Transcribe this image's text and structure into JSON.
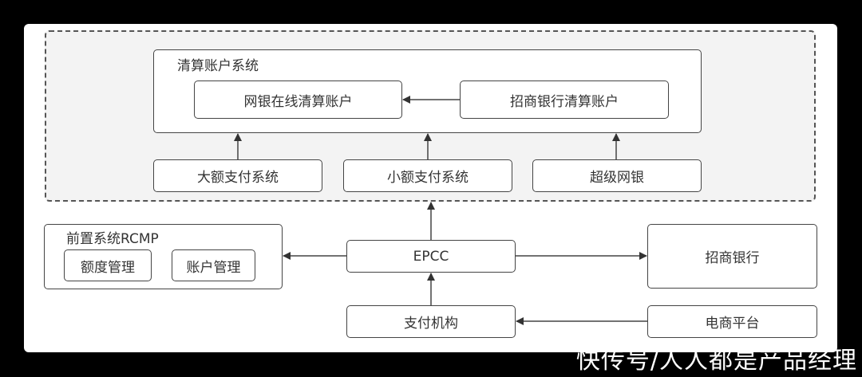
{
  "clearing_system": {
    "title": "清算账户系统",
    "online_bank_account": "网银在线清算账户",
    "cmb_clearing_account": "招商银行清算账户"
  },
  "payment_systems": {
    "large_amount": "大额支付系统",
    "small_amount": "小额支付系统",
    "super_ebank": "超级网银"
  },
  "rcmp": {
    "title": "前置系统RCMP",
    "quota_management": "额度管理",
    "account_management": "账户管理"
  },
  "epcc": "EPCC",
  "cmb": "招商银行",
  "payment_institution": "支付机构",
  "ecommerce_platform": "电商平台",
  "watermark": "快传号/人人都是产品经理",
  "colors": {
    "line": "#444444",
    "panel": "#ffffff",
    "dashed_area": "#f3f3f3",
    "background": "#000000"
  }
}
